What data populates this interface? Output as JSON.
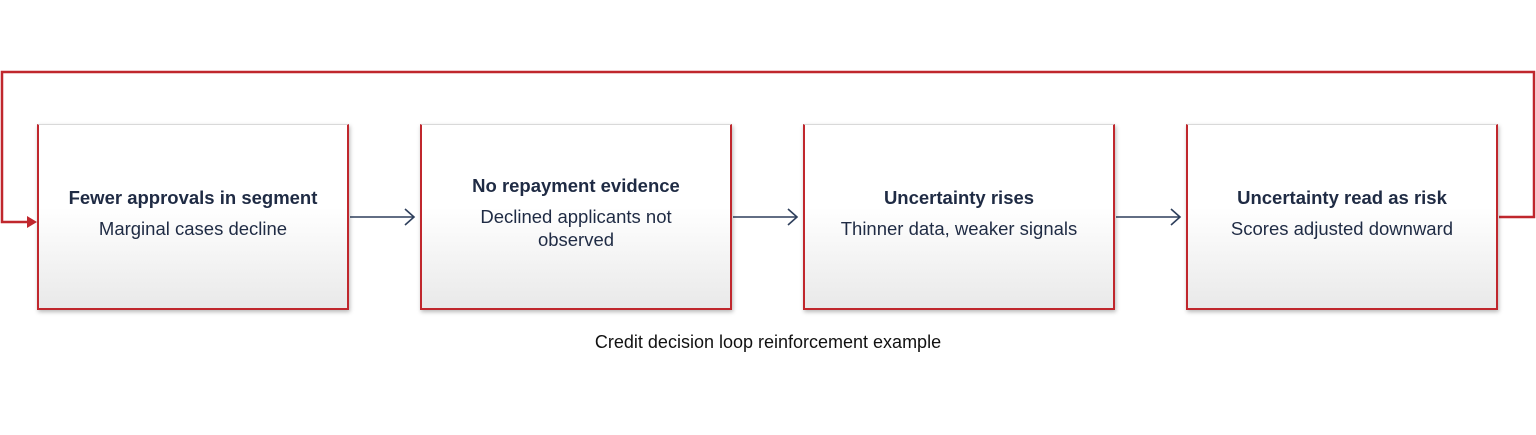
{
  "steps": [
    {
      "title": "Fewer approvals in segment",
      "subtitle": "Marginal cases decline"
    },
    {
      "title": "No repayment evidence",
      "subtitle": "Declined applicants not observed"
    },
    {
      "title": "Uncertainty rises",
      "subtitle": "Thinner data, weaker signals"
    },
    {
      "title": "Uncertainty read as risk",
      "subtitle": "Scores adjusted downward"
    }
  ],
  "caption": "Credit decision loop reinforcement example",
  "colors": {
    "loop_line": "#c0272d",
    "flow_arrow": "#2e3f5c",
    "text": "#1f2b44",
    "box_border": "#c0272d"
  }
}
